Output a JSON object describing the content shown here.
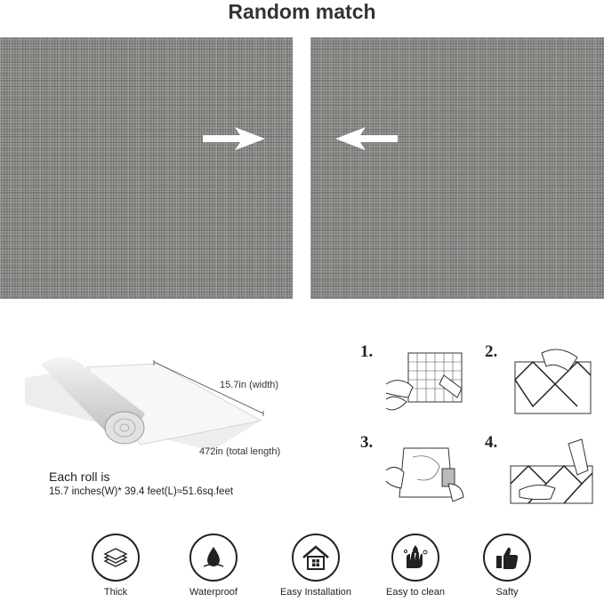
{
  "title": "Random match",
  "roll": {
    "width_label": "15.7in (width)",
    "length_label": "472in (total length)",
    "each_roll": "Each roll is",
    "spec": "15.7 inches(W)*  39.4 feet(L)≈51.6sq.feet"
  },
  "steps": [
    "1.",
    "2.",
    "3.",
    "4."
  ],
  "features": [
    {
      "icon": "layers-icon",
      "label": "Thick"
    },
    {
      "icon": "water-drop-icon",
      "label": "Waterproof"
    },
    {
      "icon": "house-icon",
      "label": "Easy Installation"
    },
    {
      "icon": "clean-hand-icon",
      "label": "Easy to clean"
    },
    {
      "icon": "thumbs-up-icon",
      "label": "Safty"
    }
  ]
}
